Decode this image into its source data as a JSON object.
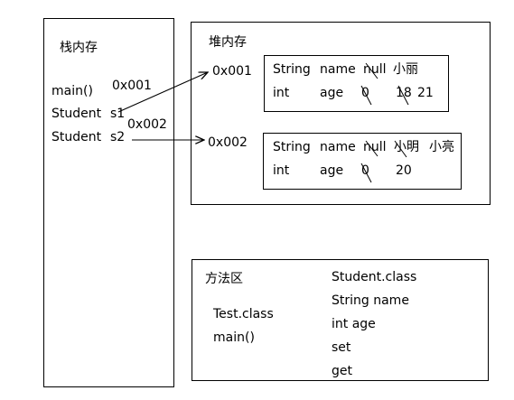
{
  "stack": {
    "title": "栈内存",
    "main": "main()",
    "s1_type": "Student",
    "s1_var": "s1",
    "s2_type": "Student",
    "s2_var": "s2",
    "addr1": "0x001",
    "addr2": "0x002"
  },
  "heap": {
    "title": "堆内存",
    "obj1": {
      "addr": "0x001",
      "row1": {
        "type": "String",
        "field": "name",
        "old": "null",
        "value": "小丽"
      },
      "row2": {
        "type": "int",
        "field": "age",
        "old": "0",
        "old2": "18",
        "value": "21"
      }
    },
    "obj2": {
      "addr": "0x002",
      "row1": {
        "type": "String",
        "field": "name",
        "old": "null",
        "old2": "小明",
        "value": "小亮"
      },
      "row2": {
        "type": "int",
        "field": "age",
        "old": "0",
        "value": "20"
      }
    }
  },
  "method_area": {
    "title": "方法区",
    "test_class": "Test.class",
    "test_main": "main()",
    "student_class": "Student.class",
    "student_members": [
      "String  name",
      "int  age",
      "set",
      "get"
    ]
  }
}
